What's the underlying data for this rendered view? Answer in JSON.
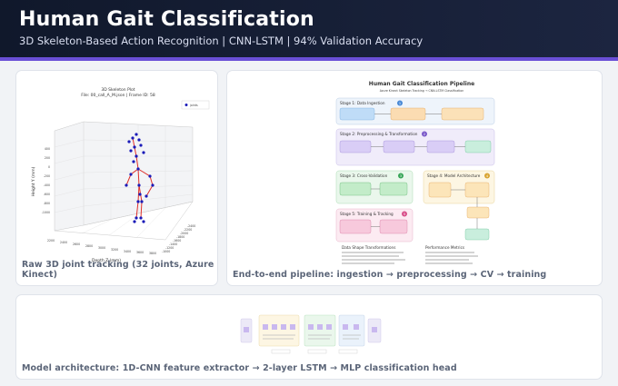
{
  "header": {
    "title": "Human Gait Classification",
    "subtitle": "3D Skeleton-Based Action Recognition  |  CNN-LSTM  |  94% Validation Accuracy"
  },
  "colors": {
    "header_bg": "#10182b",
    "accent": "#6a4fd6",
    "caption": "#5b6578"
  },
  "cards": {
    "skeleton": {
      "caption": "Raw 3D joint tracking (32 joints, Azure Kinect)",
      "plot_title": "3D Skeleton Plot",
      "plot_subtitle": "File: 00_call_A_M.json | Frame ID: 58",
      "legend": "joints",
      "ylabel": "Height Y (mm)",
      "xlabel": "Depth Z (mm)",
      "y_ticks": [
        "400",
        "200",
        "0",
        "-200",
        "-400",
        "-600",
        "-800",
        "-1000"
      ],
      "x_ticks": [
        "2200",
        "2400",
        "2600",
        "2800",
        "3000",
        "3200",
        "3400",
        "3600",
        "3800"
      ],
      "z_ticks": [
        "-2400",
        "-2200",
        "-2000",
        "-1800",
        "-1600",
        "-1400",
        "-1200",
        "-1000"
      ]
    },
    "pipeline": {
      "caption": "End-to-end pipeline: ingestion → preprocessing → CV → training",
      "title": "Human Gait Classification Pipeline",
      "subtitle": "Azure Kinect Skeleton Tracking → CNN-LSTM Classification",
      "stages": [
        {
          "label": "Stage 1: Data Ingestion",
          "num": "1"
        },
        {
          "label": "Stage 2: Preprocessing & Transformation",
          "num": "2"
        },
        {
          "label": "Stage 3: Cross-Validation",
          "num": "3"
        },
        {
          "label": "Stage 4: Model Architecture",
          "num": "4"
        },
        {
          "label": "Stage 5: Training & Tracking",
          "num": "5"
        }
      ],
      "notes_left": "Data Shape Transformations",
      "notes_right": "Performance Metrics"
    },
    "architecture": {
      "caption": "Model architecture: 1D-CNN feature extractor → 2-layer LSTM → MLP classification head"
    }
  }
}
